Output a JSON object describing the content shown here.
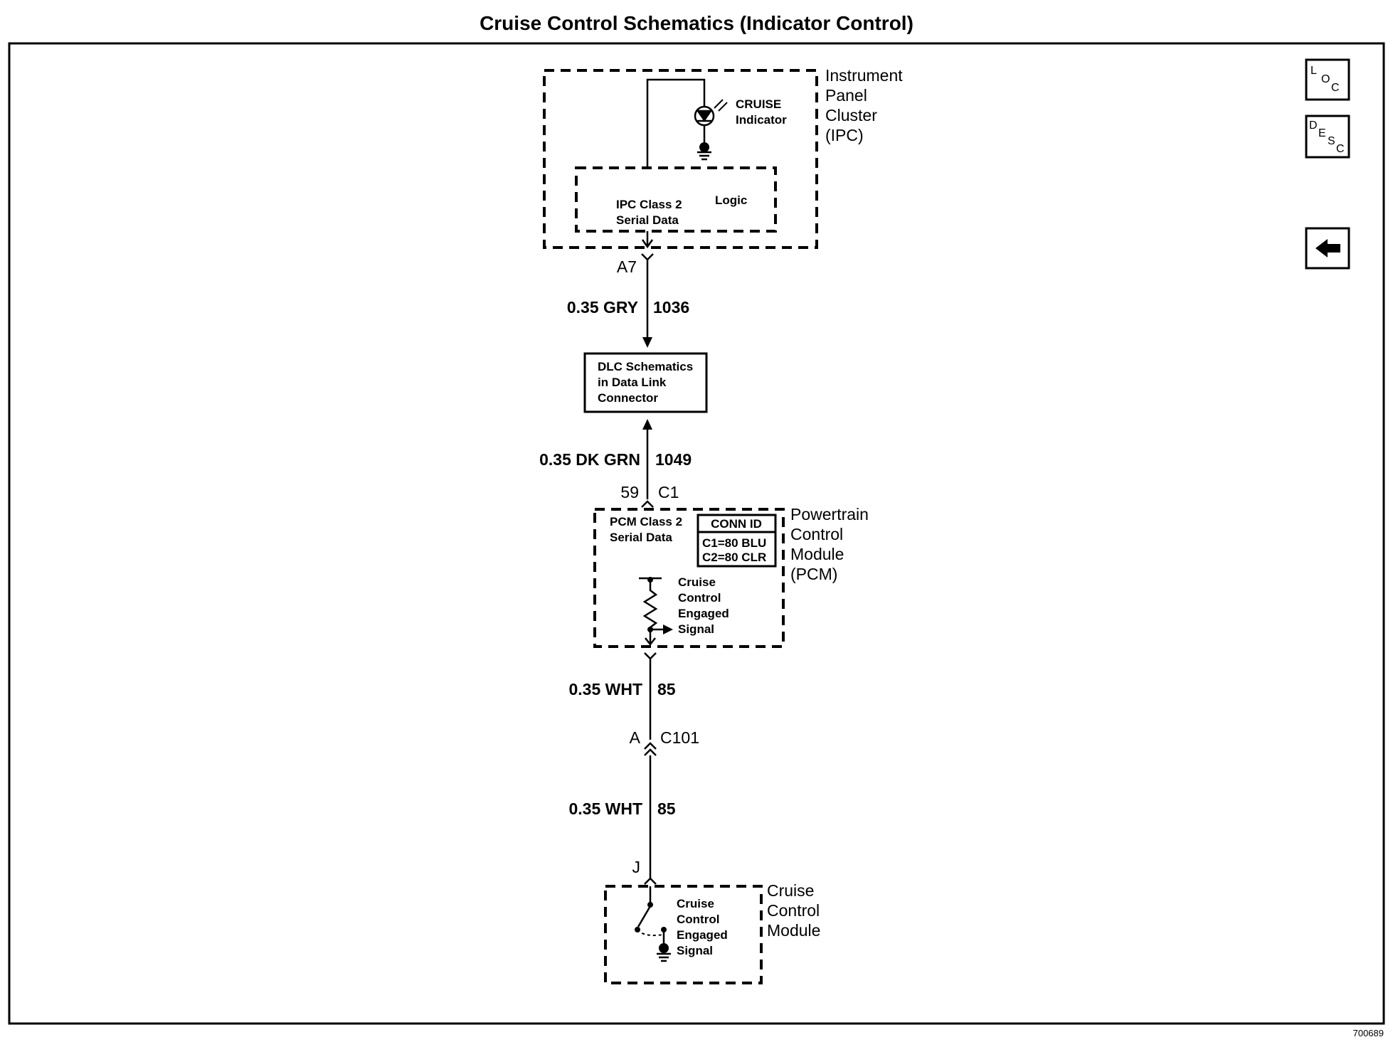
{
  "title": "Cruise Control Schematics (Indicator Control)",
  "figure_number": "700689",
  "nav_buttons": {
    "loc": [
      "L",
      "O",
      "C"
    ],
    "desc": [
      "D",
      "E",
      "S",
      "C"
    ],
    "back_icon": "left-arrow-icon"
  },
  "ipc": {
    "name_lines": [
      "Instrument",
      "Panel",
      "Cluster",
      "(IPC)"
    ],
    "indicator_lines": [
      "CRUISE",
      "Indicator"
    ],
    "serial_data_lines": [
      "IPC Class 2",
      "Serial Data"
    ],
    "logic": "Logic",
    "pin": "A7"
  },
  "wire1": {
    "size_color": "0.35 GRY",
    "circuit": "1036"
  },
  "dlc": {
    "lines": [
      "DLC Schematics",
      "in Data Link",
      "Connector"
    ]
  },
  "wire2": {
    "size_color": "0.35 DK GRN",
    "circuit": "1049"
  },
  "pcm_connector": {
    "pin": "59",
    "connector": "C1"
  },
  "pcm": {
    "name_lines": [
      "Powertrain",
      "Control",
      "Module",
      "(PCM)"
    ],
    "serial_data_lines": [
      "PCM Class 2",
      "Serial Data"
    ],
    "conn_id_title": "CONN ID",
    "conn_id_rows": [
      "C1=80 BLU",
      "C2=80 CLR"
    ],
    "signal_lines": [
      "Cruise",
      "Control",
      "Engaged",
      "Signal"
    ]
  },
  "wire3": {
    "size_color": "0.35 WHT",
    "circuit": "85"
  },
  "inline_connector": {
    "pin": "A",
    "connector": "C101"
  },
  "wire4": {
    "size_color": "0.35 WHT",
    "circuit": "85"
  },
  "ccm": {
    "pin": "J",
    "name_lines": [
      "Cruise",
      "Control",
      "Module"
    ],
    "signal_lines": [
      "Cruise",
      "Control",
      "Engaged",
      "Signal"
    ]
  }
}
